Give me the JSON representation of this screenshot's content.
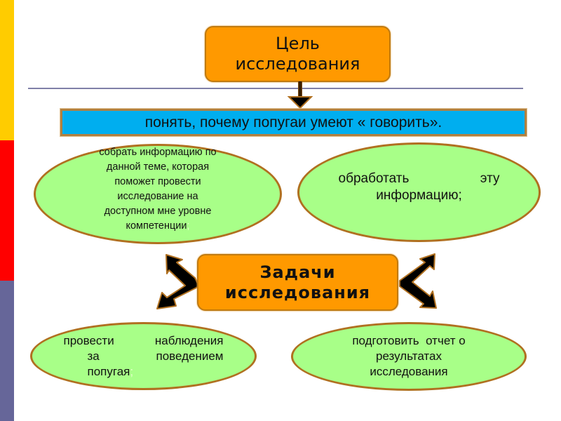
{
  "slide": {
    "side_bar_colors": [
      "#ffcc00",
      "#ff0000",
      "#666699"
    ],
    "goal_box": {
      "line1": "Цель",
      "line2": "исследования",
      "color": "#ff9900"
    },
    "goal_statement": {
      "text": "понять, почему попугаи умеют « говорить».",
      "color": "#00aeef"
    },
    "tasks_box": {
      "line1": "Задачи",
      "line2": "исследования",
      "color": "#ff9900"
    },
    "tasks": [
      {
        "lines": [
          "собрать информацию по",
          "данной теме, которая",
          "поможет провести",
          "исследование на",
          "доступном мне уровне",
          "компетенции"
        ],
        "trailing": ";"
      },
      {
        "words": [
          "обработать",
          "эту"
        ],
        "line2": "информацию;"
      },
      {
        "words1": [
          "провести",
          "наблюдения"
        ],
        "words2": [
          "за",
          "поведением"
        ],
        "line3": "попугая",
        "trailing": ";"
      },
      {
        "lines": [
          "подготовить  отчет о",
          "результатах",
          "исследования"
        ]
      }
    ],
    "ellipse_color": "#a8ff88"
  }
}
